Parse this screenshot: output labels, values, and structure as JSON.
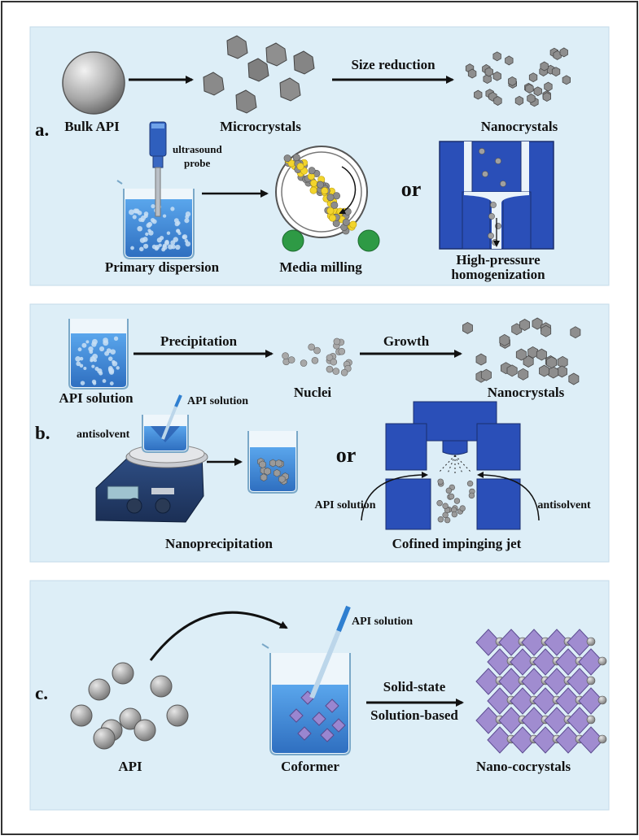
{
  "panel_a": {
    "letter": "a.",
    "bulk_api": "Bulk API",
    "microcrystals": "Microcrystals",
    "size_reduction": "Size reduction",
    "nanocrystals": "Nanocrystals",
    "ultrasound_probe_line1": "ultrasound",
    "ultrasound_probe_line2": "probe",
    "primary_dispersion": "Primary dispersion",
    "media_milling": "Media milling",
    "or": "or",
    "hph_line1": "High-pressure",
    "hph_line2": "homogenization"
  },
  "panel_b": {
    "letter": "b.",
    "api_solution": "API solution",
    "precipitation": "Precipitation",
    "nuclei": "Nuclei",
    "growth": "Growth",
    "nanocrystals": "Nanocrystals",
    "pipette_api_solution": "API solution",
    "antisolvent": "antisolvent",
    "nanoprecipitation": "Nanoprecipitation",
    "or": "or",
    "jet_api_solution": "API solution",
    "jet_antisolvent": "antisolvent",
    "cij": "Cofined impinging jet"
  },
  "panel_c": {
    "letter": "c.",
    "api": "API",
    "pipette_api_solution": "API solution",
    "coformer": "Coformer",
    "solid_state": "Solid-state",
    "solution_based": "Solution-based",
    "nano_cocrystals": "Nano-cocrystals"
  },
  "colors": {
    "panel_bg": "#ddeef7",
    "liquid_blue": "#3d86d6",
    "device_blue": "#2a4fb8",
    "particle_gray": "#8e8e8e",
    "bead_yellow": "#f2d42c",
    "roller_green": "#2e9a45",
    "cocrystal_purple": "#a08cd0"
  }
}
